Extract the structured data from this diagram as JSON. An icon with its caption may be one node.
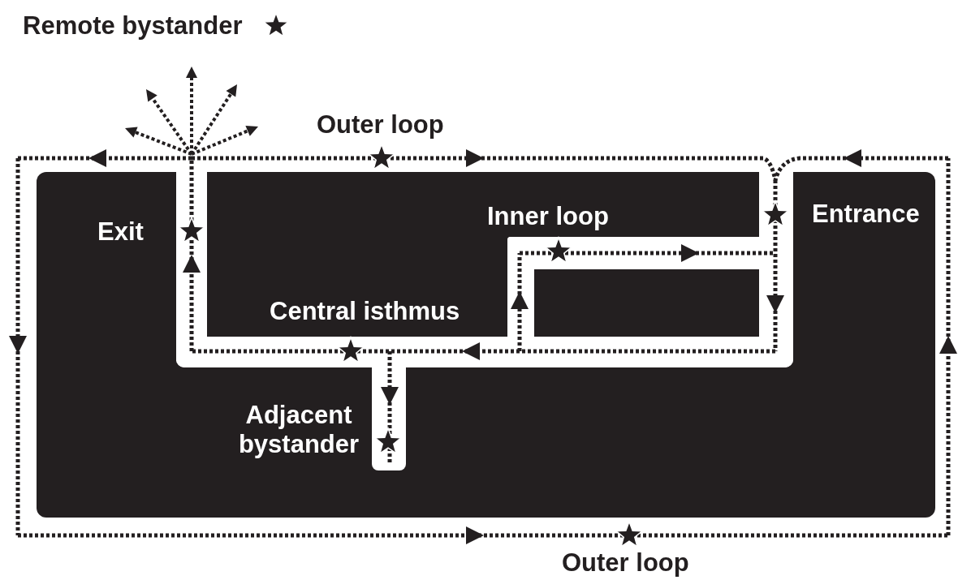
{
  "diagram": {
    "labels": [
      "Remote bystander",
      "Outer loop",
      "Inner loop",
      "Entrance",
      "Exit",
      "Central isthmus",
      "Adjacent bystander",
      "Outer loop"
    ]
  }
}
